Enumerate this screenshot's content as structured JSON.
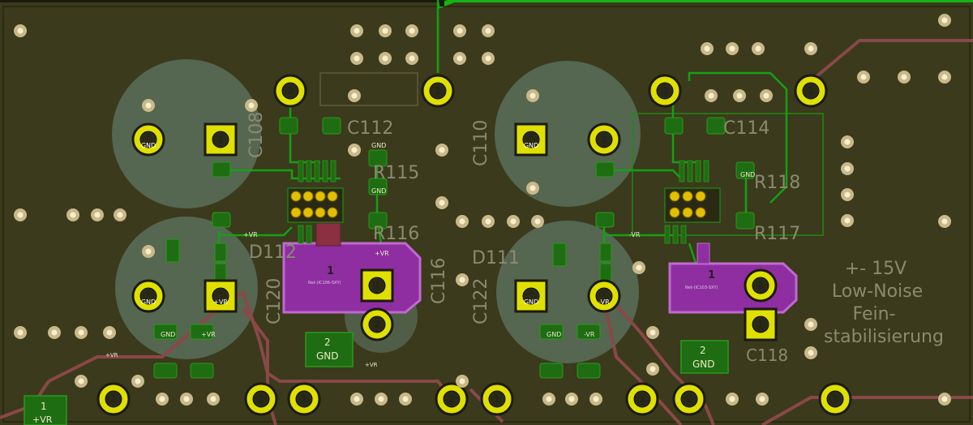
{
  "board": {
    "bg_color": "#3b3a1c",
    "copper_color": "#1f6d12",
    "trace_color": "#14b414",
    "via_color": "#f4d9a0",
    "pad_color": "#e0e000",
    "zone_color": "#8e2ea0"
  },
  "labels": {
    "gnd": "GND",
    "vr_pos": "+VR",
    "vr_neg": "-VR",
    "pin1": "1",
    "pin2": "2",
    "ref_c108": "C108",
    "ref_c110": "C110",
    "ref_c112": "C112",
    "ref_c114": "C114",
    "ref_c116": "C116",
    "ref_c118": "C118",
    "ref_c120": "C120",
    "ref_c122": "C122",
    "ref_r115": "R115",
    "ref_r116": "R116",
    "ref_r117": "R117",
    "ref_r118": "R118",
    "ref_d111": "D111",
    "ref_d112": "D112",
    "fine_pos": "Net-(IC106-SXY)",
    "fine_neg": "Net-(IC103-SXY)",
    "note_line1": "+- 15V",
    "note_line2": "Low-Noise",
    "note_line3": "Fein-",
    "note_line4": "stabilisierung"
  }
}
